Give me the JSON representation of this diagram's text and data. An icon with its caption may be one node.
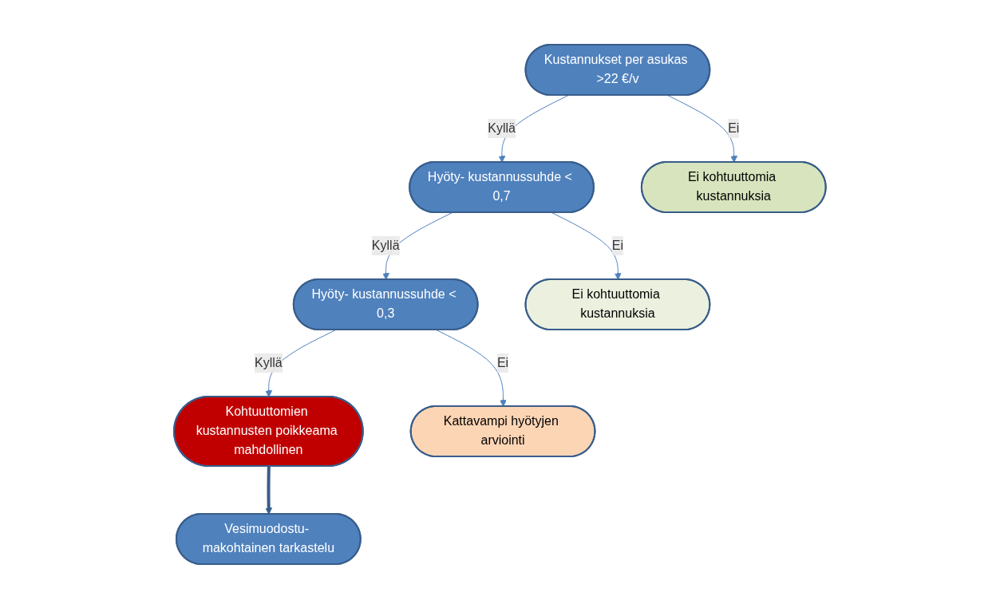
{
  "diagram": {
    "nodes": [
      {
        "text": [
          "Kustannukset per asukas >22 €/v"
        ]
      },
      {
        "text": [
          "Hyöty- kustannussuhde < 0,7"
        ]
      },
      {
        "text": [
          "Ei kohtuuttomia kustannuksia"
        ]
      },
      {
        "text": [
          "Hyöty- kustannussuhde < 0,3"
        ]
      },
      {
        "text": [
          "Ei kohtuuttomia kustannuksia"
        ]
      },
      {
        "text": [
          "Vesimuodostu- makohtainen tarkastelu"
        ]
      },
      {
        "text": [
          "Kohtuuttomien kustannusten poikkeama mahdollinen"
        ]
      },
      {
        "text": [
          "Kattavampi hyötyjen arviointi"
        ]
      }
    ],
    "edges": [
      {
        "from": 0,
        "to": 1,
        "arrow": "to",
        "label": "Kyllä"
      },
      {
        "from": 0,
        "to": 2,
        "arrow": "to",
        "label": "Ei"
      },
      {
        "from": 1,
        "to": 3,
        "arrow": "to",
        "label": "Kyllä"
      },
      {
        "from": 1,
        "to": 4,
        "arrow": "to",
        "label": "Ei"
      },
      {
        "from": 3,
        "to": 6,
        "arrow": "to",
        "label": "Kyllä"
      },
      {
        "from": 3,
        "to": 7,
        "arrow": "to",
        "label": "Ei"
      },
      {
        "from": 6,
        "to": 5,
        "arrow": "to",
        "style": "thick",
        "color": "#385d8a"
      }
    ]
  }
}
